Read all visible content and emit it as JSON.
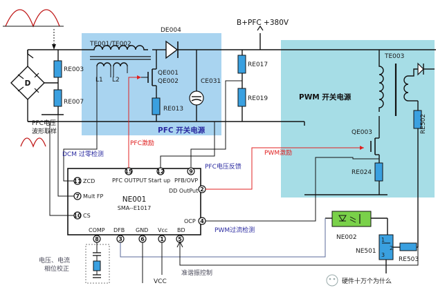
{
  "colors": {
    "pfc_block": "#a9d4f0",
    "pwm_block": "#a6dde6",
    "component": "#3aa0e0",
    "excitation": "#e02020",
    "feedback": "#2a2aa0",
    "sine": "#c01818"
  },
  "labels": {
    "bplus": "B+PFC +380V",
    "te001": "TE001/TE002",
    "de004": "DE004",
    "l1": "L1",
    "l2": "L2",
    "qe001": "QE001",
    "qe002": "QE002",
    "ce031": "CE031",
    "re013": "RE013",
    "re003": "RE003",
    "re007": "RE007",
    "re017": "RE017",
    "re019": "RE019",
    "bridge": "D",
    "pfc_sample": "PFC电压",
    "pfc_sample2": "波形取样",
    "pfc_block": "PFC 开关电源",
    "pfc_drive": "PFC激励",
    "dcm": "DCM 过零检测",
    "pwm_drive": "PWM激励",
    "pfc_fb": "PFC电压反馈",
    "te003": "TE003",
    "pwm_block": "PWM 开关电源",
    "qe003": "QE003",
    "re024": "RE024",
    "re502": "RE502",
    "ne002": "NE002",
    "ne501": "NE501",
    "re503": "RE503",
    "ic_name": "NE001",
    "ic_part": "SMA--E1017",
    "pwm_ocp": "PWM过流检测",
    "phase1": "电压、电流",
    "phase2": "相位校正",
    "vcc": "VCC",
    "quasi": "准谐振控制",
    "watermark": "硬件十万个为什么"
  },
  "pins": [
    {
      "num": "11",
      "name": "ZCD"
    },
    {
      "num": "7",
      "name": "Mult FP"
    },
    {
      "num": "10",
      "name": "CS"
    },
    {
      "num": "15",
      "name": "PFC OUTPUT"
    },
    {
      "num": "12",
      "name": "Start up"
    },
    {
      "num": "9",
      "name": "PFB/OVP"
    },
    {
      "num": "2",
      "name": "DD OutPut"
    },
    {
      "num": "4",
      "name": "OCP"
    },
    {
      "num": "8",
      "name": "COMP"
    },
    {
      "num": "3",
      "name": "DFB"
    },
    {
      "num": "6",
      "name": "GND"
    },
    {
      "num": "1",
      "name": "Vcc"
    },
    {
      "num": "5",
      "name": "BD"
    }
  ]
}
